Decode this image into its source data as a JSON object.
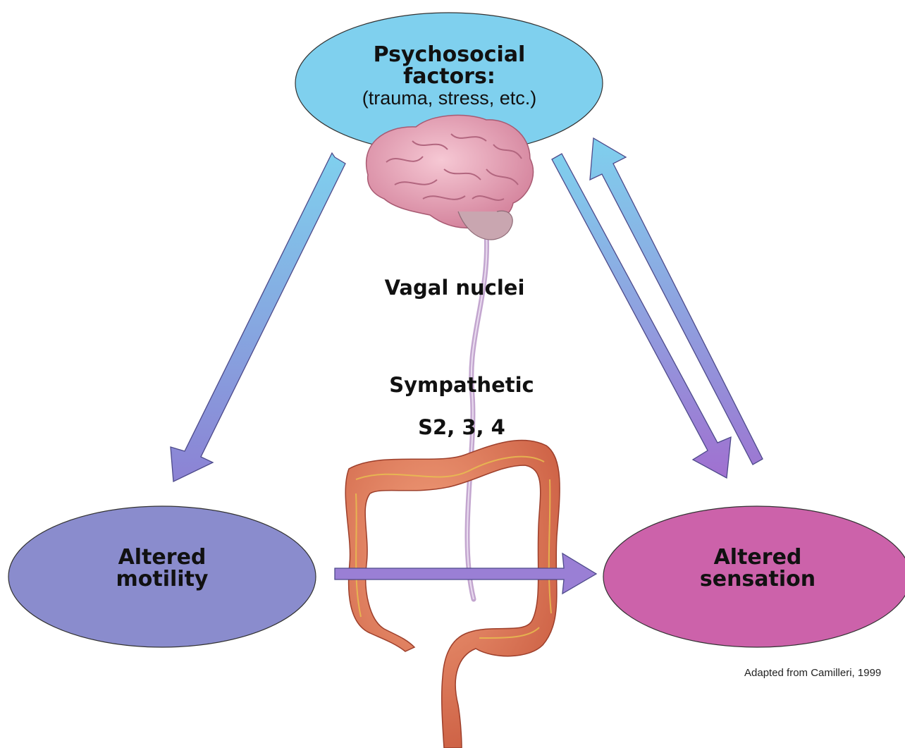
{
  "nodes": {
    "psychosocial": {
      "title": "Psychosocial factors:",
      "subtitle": "(trauma, stress, etc.)",
      "color": "#7fd0ee"
    },
    "motility": {
      "title": "Altered motility",
      "color": "#8a8ccd"
    },
    "sensation": {
      "title": "Altered sensation",
      "color": "#cc62aa"
    }
  },
  "pathway_labels": {
    "vagal": "Vagal nuclei",
    "sympathetic": "Sympathetic",
    "sacral": "S2, 3, 4"
  },
  "illustrations": {
    "brain": "brain-illustration",
    "colon": "colon-illustration",
    "nerve": "spinal-nerve-illustration"
  },
  "colors": {
    "arrow_blue": "#7fc7ec",
    "arrow_purple": "#9a80d6",
    "colon": "#e07a5a",
    "brain": "#e9a6b9"
  },
  "credit": "Adapted from Camilleri, 1999"
}
